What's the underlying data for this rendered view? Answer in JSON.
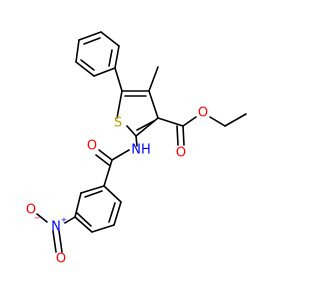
{
  "molecule": {
    "atoms": {
      "S": {
        "label": "S",
        "color": "#b8a200"
      },
      "O_ester_carbonyl": {
        "label": "O",
        "color": "#ff0000"
      },
      "O_ester_ether": {
        "label": "O",
        "color": "#ff0000"
      },
      "O_amide": {
        "label": "O",
        "color": "#ff0000"
      },
      "N_amide": {
        "label": "NH",
        "color": "#0000ff"
      },
      "N_nitro": {
        "label": "N",
        "charge": "+",
        "color": "#0000ff"
      },
      "O_nitro_double": {
        "label": "O",
        "color": "#ff0000"
      },
      "O_nitro_minus": {
        "label": "O",
        "charge": "−",
        "color": "#ff0000"
      }
    },
    "bond_color": "#000000"
  }
}
